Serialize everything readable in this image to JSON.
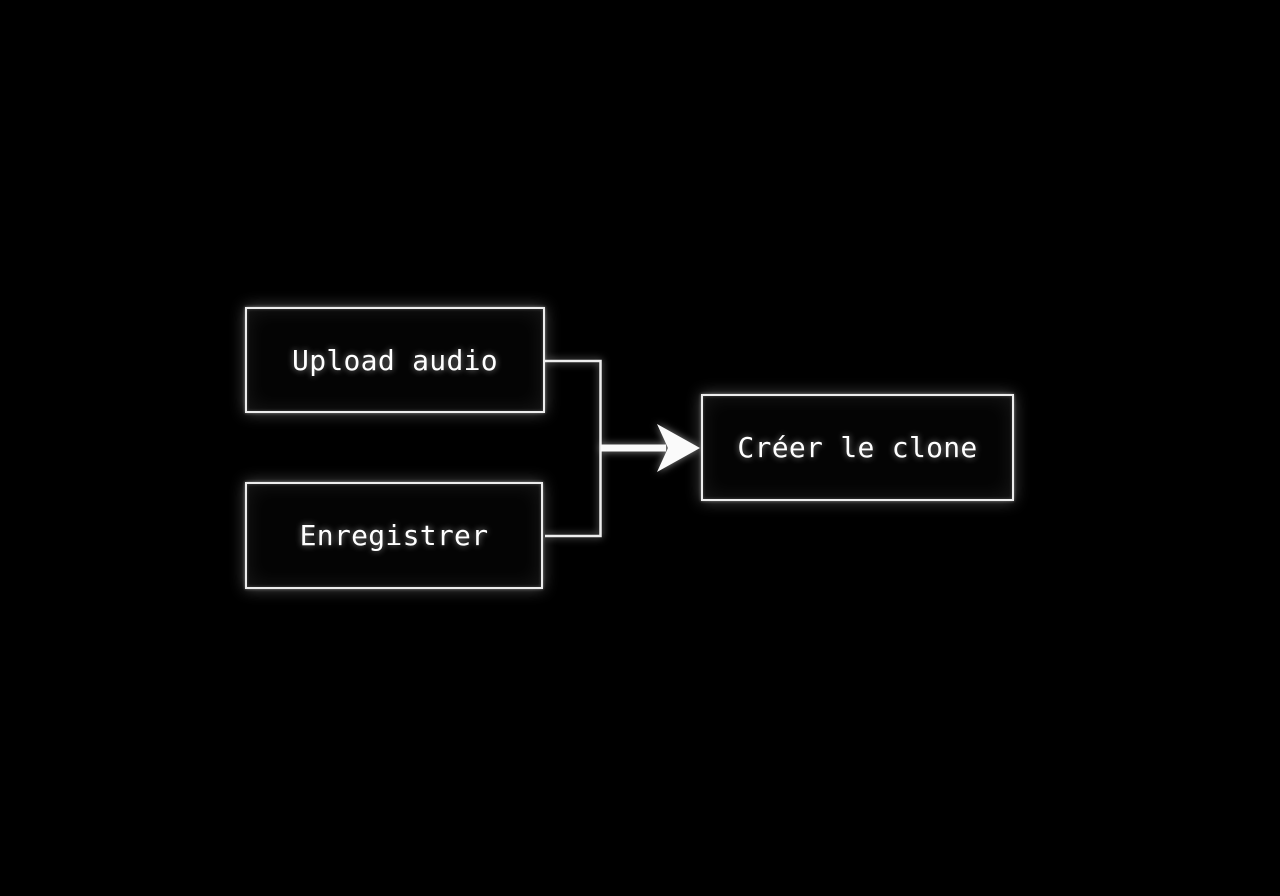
{
  "diagram": {
    "background_color": "#000000",
    "line_color": "#ededed",
    "node_fill_color": "#040404",
    "text_color": "#ffffff",
    "nodes": [
      {
        "id": "upload-audio",
        "label": "Upload audio"
      },
      {
        "id": "enregistrer",
        "label": "Enregistrer"
      },
      {
        "id": "creer-le-clone",
        "label": "Créer le clone"
      }
    ],
    "edges": [
      {
        "from": "upload-audio",
        "to": "creer-le-clone",
        "style": "merge-bracket-arrow"
      },
      {
        "from": "enregistrer",
        "to": "creer-le-clone",
        "style": "merge-bracket-arrow"
      }
    ]
  }
}
